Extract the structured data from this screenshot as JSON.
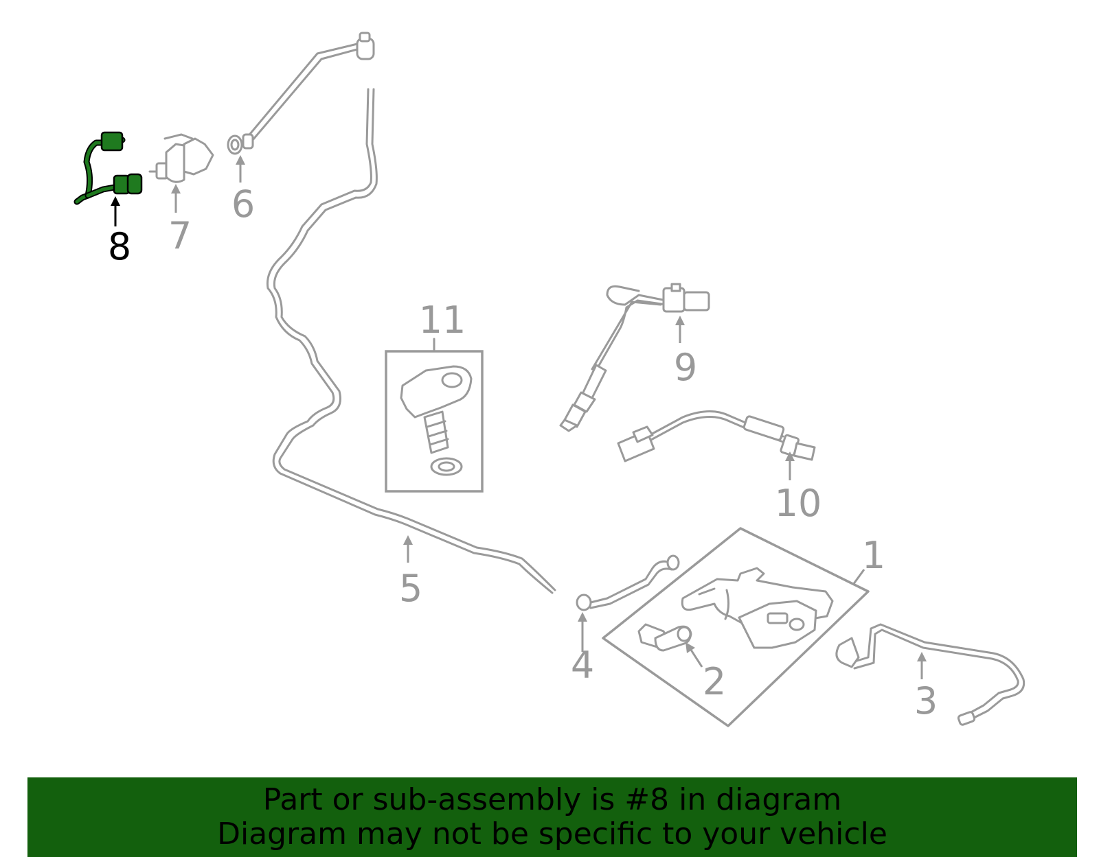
{
  "diagram": {
    "selected_part": "8",
    "highlight_color": "#1f7a1f",
    "part_color": "#9a9a9a",
    "callouts": [
      "1",
      "2",
      "3",
      "4",
      "5",
      "6",
      "7",
      "8",
      "9",
      "10",
      "11"
    ]
  },
  "banner": {
    "background": "#13600d",
    "line1": "Part or sub-assembly is #8 in diagram",
    "line2": "Diagram may not be specific to your vehicle"
  }
}
